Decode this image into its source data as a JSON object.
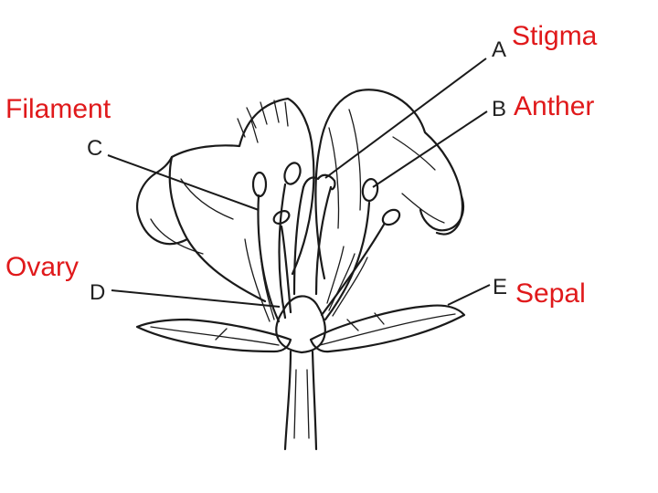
{
  "colors": {
    "label": "#e0191b",
    "ink": "#1a1a1a"
  },
  "labels": {
    "A": {
      "letter": "A",
      "term": "Stigma"
    },
    "B": {
      "letter": "B",
      "term": "Anther"
    },
    "C": {
      "letter": "C",
      "term": "Filament"
    },
    "D": {
      "letter": "D",
      "term": "Ovary"
    },
    "E": {
      "letter": "E",
      "term": "Sepal"
    }
  }
}
